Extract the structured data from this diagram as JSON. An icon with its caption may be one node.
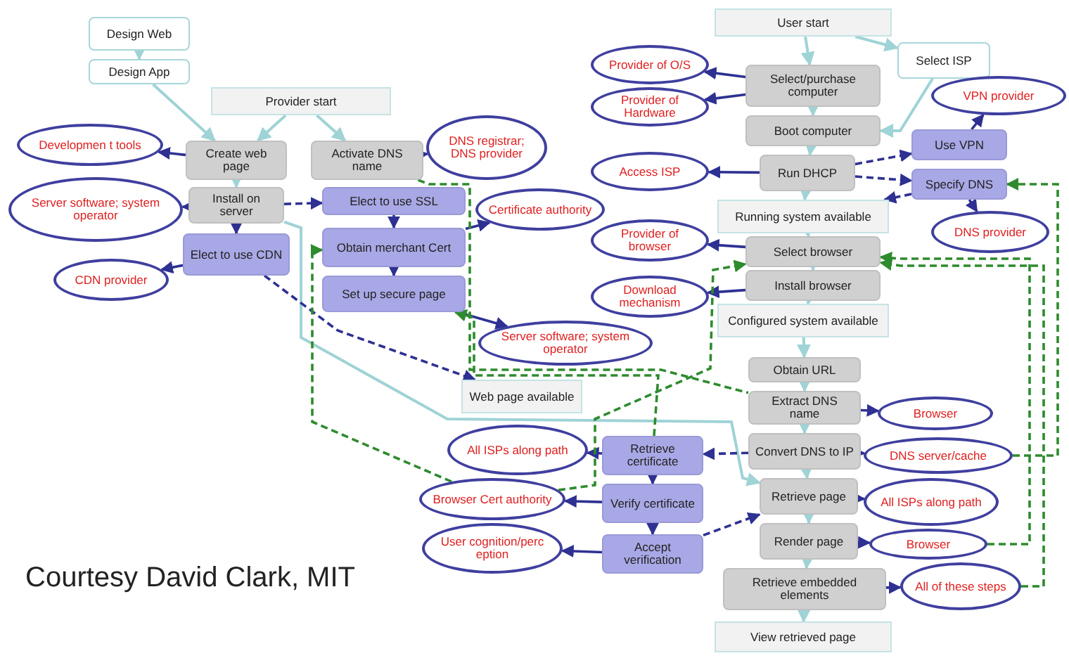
{
  "diagram": {
    "nodes": [
      {
        "text": [
          "Design Web"
        ]
      },
      {
        "text": [
          "Design App"
        ]
      },
      {
        "text": [
          "Provider start"
        ]
      },
      {
        "text": [
          "Create web page"
        ]
      },
      {
        "text": [
          "Activate DNS name"
        ]
      },
      {
        "text": [
          "Install on server"
        ]
      },
      {
        "text": [
          "Elect to use SSL"
        ]
      },
      {
        "text": [
          "Elect to use CDN"
        ]
      },
      {
        "text": [
          "Obtain merchant Cert"
        ]
      },
      {
        "text": [
          "Set up secure page"
        ]
      },
      {
        "text": [
          "Developmen t tools"
        ]
      },
      {
        "text": [
          "Server software; system operator"
        ]
      },
      {
        "text": [
          "CDN provider"
        ]
      },
      {
        "text": [
          "DNS registrar; DNS provider"
        ]
      },
      {
        "text": [
          "Certificate authority"
        ]
      },
      {
        "text": [
          "Server software; system operator"
        ]
      },
      {
        "text": [
          "Web page available"
        ]
      },
      {
        "text": [
          "All ISPs along path"
        ]
      },
      {
        "text": [
          "Browser Cert authority"
        ]
      },
      {
        "text": [
          "User cognition/perc eption"
        ]
      },
      {
        "text": [
          "Retrieve certificate"
        ]
      },
      {
        "text": [
          "Verify certificate"
        ]
      },
      {
        "text": [
          "Accept verification"
        ]
      },
      {
        "text": [
          "User start"
        ]
      },
      {
        "text": [
          "Select ISP"
        ]
      },
      {
        "text": [
          "Provider of O/S"
        ]
      },
      {
        "text": [
          "Provider of Hardware"
        ]
      },
      {
        "text": [
          "Select/purchase computer"
        ]
      },
      {
        "text": [
          "Boot computer"
        ]
      },
      {
        "text": [
          "VPN provider"
        ]
      },
      {
        "text": [
          "Use VPN"
        ]
      },
      {
        "text": [
          "Access ISP"
        ]
      },
      {
        "text": [
          "Run DHCP"
        ]
      },
      {
        "text": [
          "Specify DNS"
        ]
      },
      {
        "text": [
          "Running system available"
        ]
      },
      {
        "text": [
          "DNS provider"
        ]
      },
      {
        "text": [
          "Provider of browser"
        ]
      },
      {
        "text": [
          "Select browser"
        ]
      },
      {
        "text": [
          "Download mechanism"
        ]
      },
      {
        "text": [
          "Install browser"
        ]
      },
      {
        "text": [
          "Configured system available"
        ]
      },
      {
        "text": [
          "Obtain URL"
        ]
      },
      {
        "text": [
          "Extract DNS name"
        ]
      },
      {
        "text": [
          "Browser"
        ]
      },
      {
        "text": [
          "Convert DNS to IP"
        ]
      },
      {
        "text": [
          "DNS server/cache"
        ]
      },
      {
        "text": [
          "Retrieve page"
        ]
      },
      {
        "text": [
          "All ISPs along path"
        ]
      },
      {
        "text": [
          "Render page"
        ]
      },
      {
        "text": [
          "Browser"
        ]
      },
      {
        "text": [
          "Retrieve embedded elements"
        ]
      },
      {
        "text": [
          "All of these steps"
        ]
      },
      {
        "text": [
          "View retrieved page"
        ]
      }
    ],
    "edges": [
      {
        "from": 0,
        "to": 1,
        "arrow": "to",
        "color": "#9fd3d6"
      },
      {
        "from": 1,
        "to": 3,
        "arrow": "to",
        "color": "#9fd3d6"
      },
      {
        "from": 2,
        "to": 3,
        "arrow": "to",
        "color": "#9fd3d6"
      },
      {
        "from": 2,
        "to": 4,
        "arrow": "to",
        "color": "#9fd3d6"
      },
      {
        "from": 3,
        "to": 5,
        "arrow": "to",
        "color": "#9fd3d6"
      },
      {
        "from": 5,
        "to": 46,
        "arrow": "to",
        "color": "#9fd3d6"
      },
      {
        "from": 23,
        "to": 27,
        "arrow": "to",
        "color": "#9fd3d6"
      },
      {
        "from": 23,
        "to": 24,
        "arrow": "to",
        "color": "#9fd3d6"
      },
      {
        "from": 27,
        "to": 28,
        "arrow": "to",
        "color": "#9fd3d6"
      },
      {
        "from": 24,
        "to": 28,
        "arrow": "to",
        "color": "#9fd3d6"
      },
      {
        "from": 28,
        "to": 32,
        "arrow": "to",
        "color": "#9fd3d6"
      },
      {
        "from": 32,
        "to": 34,
        "arrow": "to",
        "color": "#9fd3d6"
      },
      {
        "from": 34,
        "to": 37,
        "arrow": "to",
        "color": "#9fd3d6"
      },
      {
        "from": 37,
        "to": 39,
        "arrow": "to",
        "color": "#9fd3d6"
      },
      {
        "from": 39,
        "to": 40,
        "arrow": "to",
        "color": "#9fd3d6"
      },
      {
        "from": 40,
        "to": 41,
        "arrow": "to",
        "color": "#9fd3d6"
      },
      {
        "from": 41,
        "to": 42,
        "arrow": "to",
        "color": "#9fd3d6"
      },
      {
        "from": 42,
        "to": 44,
        "arrow": "to",
        "color": "#9fd3d6"
      },
      {
        "from": 44,
        "to": 46,
        "arrow": "to",
        "color": "#9fd3d6"
      },
      {
        "from": 46,
        "to": 48,
        "arrow": "to",
        "color": "#9fd3d6"
      },
      {
        "from": 48,
        "to": 50,
        "arrow": "to",
        "color": "#9fd3d6"
      },
      {
        "from": 50,
        "to": 52,
        "arrow": "to",
        "color": "#9fd3d6"
      },
      {
        "from": 3,
        "to": 10,
        "arrow": "to"
      },
      {
        "from": 5,
        "to": 11,
        "arrow": "to"
      },
      {
        "from": 7,
        "to": 12,
        "arrow": "to"
      },
      {
        "from": 4,
        "to": 13,
        "arrow": "to"
      },
      {
        "from": 8,
        "to": 14,
        "arrow": "to"
      },
      {
        "from": 9,
        "to": 15,
        "arrow": "to"
      },
      {
        "from": 5,
        "to": 7,
        "arrow": "to"
      },
      {
        "from": 6,
        "to": 8,
        "arrow": "to"
      },
      {
        "from": 8,
        "to": 9,
        "arrow": "to"
      },
      {
        "from": 20,
        "to": 21,
        "arrow": "to"
      },
      {
        "from": 21,
        "to": 22,
        "arrow": "to"
      },
      {
        "from": 20,
        "to": 17,
        "arrow": "to"
      },
      {
        "from": 21,
        "to": 18,
        "arrow": "to"
      },
      {
        "from": 22,
        "to": 19,
        "arrow": "to"
      },
      {
        "from": 27,
        "to": 25,
        "arrow": "to"
      },
      {
        "from": 27,
        "to": 26,
        "arrow": "to"
      },
      {
        "from": 32,
        "to": 31,
        "arrow": "to"
      },
      {
        "from": 30,
        "to": 29,
        "arrow": "to"
      },
      {
        "from": 33,
        "to": 35,
        "arrow": "to"
      },
      {
        "from": 37,
        "to": 36,
        "arrow": "to"
      },
      {
        "from": 39,
        "to": 38,
        "arrow": "to"
      },
      {
        "from": 42,
        "to": 43,
        "arrow": "to"
      },
      {
        "from": 44,
        "to": 45,
        "arrow": "to"
      },
      {
        "from": 46,
        "to": 47,
        "arrow": "to"
      },
      {
        "from": 48,
        "to": 49,
        "arrow": "to"
      },
      {
        "from": 50,
        "to": 51,
        "arrow": "to"
      },
      {
        "from": 5,
        "to": 6,
        "arrow": "to",
        "style": "dashed"
      },
      {
        "from": 7,
        "to": 16,
        "arrow": "to",
        "style": "dashed"
      },
      {
        "from": 44,
        "to": 20,
        "arrow": "to",
        "style": "dashed"
      },
      {
        "from": 22,
        "to": 46,
        "arrow": "to",
        "style": "dashed"
      },
      {
        "from": 32,
        "to": 30,
        "arrow": "to",
        "style": "dashed"
      },
      {
        "from": 32,
        "to": 33,
        "arrow": "to",
        "style": "dashed"
      },
      {
        "from": 33,
        "to": 34,
        "arrow": "to",
        "style": "dashed"
      },
      {
        "from": 4,
        "to": 42,
        "arrow": "none",
        "style": "dashed",
        "color": "#2e8b2e"
      },
      {
        "from": 18,
        "to": 8,
        "arrow": "to",
        "style": "dashed",
        "color": "#2e8b2e"
      },
      {
        "from": 18,
        "to": 37,
        "arrow": "to",
        "style": "dashed",
        "color": "#2e8b2e"
      },
      {
        "from": 20,
        "to": 9,
        "arrow": "to",
        "style": "dashed",
        "color": "#2e8b2e"
      },
      {
        "from": 49,
        "to": 37,
        "arrow": "to",
        "style": "dashed",
        "color": "#2e8b2e"
      },
      {
        "from": 51,
        "to": 37,
        "arrow": "to",
        "style": "dashed",
        "color": "#2e8b2e"
      },
      {
        "from": 45,
        "to": 33,
        "arrow": "to",
        "style": "dashed",
        "color": "#2e8b2e"
      }
    ],
    "labels": [
      "Courtesy David Clark, MIT"
    ]
  }
}
